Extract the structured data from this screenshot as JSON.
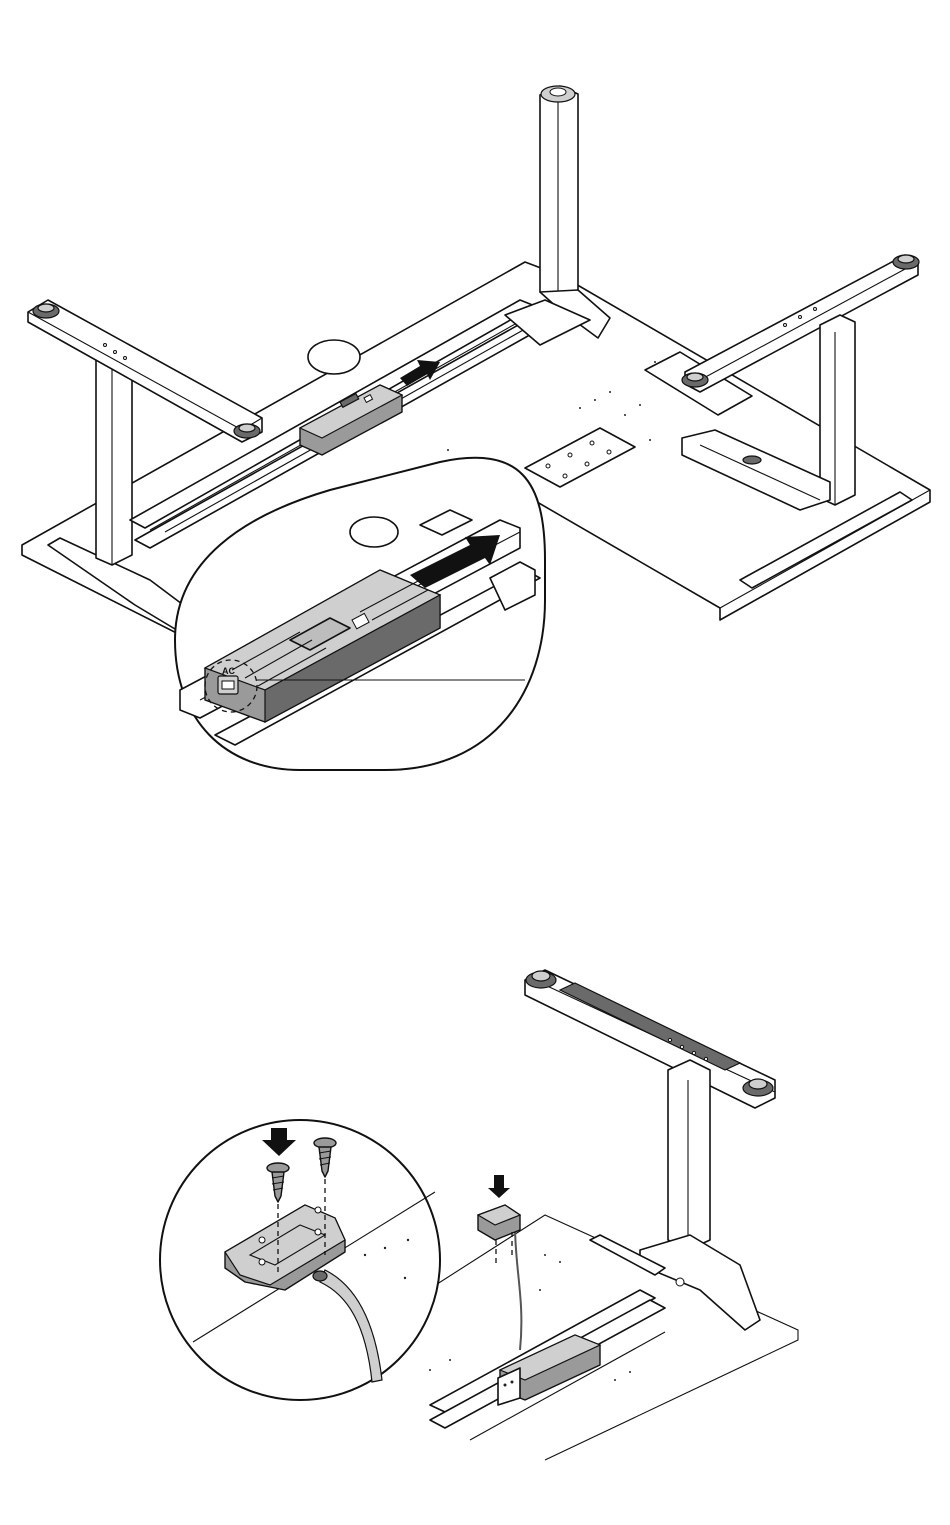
{
  "figures": [
    {
      "id": "step-a",
      "detail_callout": {
        "port_label": "AC"
      }
    },
    {
      "id": "step-b"
    }
  ]
}
